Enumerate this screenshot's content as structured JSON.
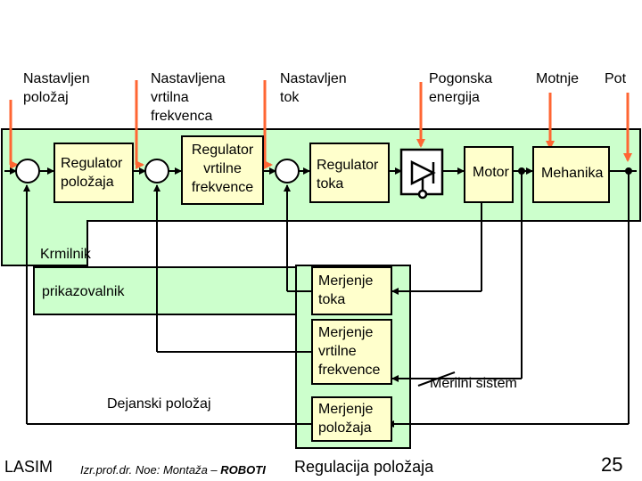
{
  "inputs": {
    "nastavljen_polozaj": "Nastavljen\npoložaj",
    "nastavljena_vrtilna_frekvenca": "Nastavljena\nvrtilna\nfrekvenca",
    "nastavljen_tok": "Nastavljen\ntok",
    "pogonska_energija": "Pogonska\nenergija",
    "motnje": "Motnje",
    "pot": "Pot"
  },
  "blocks": {
    "regulator_polozaja": "Regulator\npoložaja",
    "regulator_vrtilne_frekvence": "Regulator\nvrtilne\nfrekvence",
    "regulator_toka": "Regulator\ntoka",
    "motor": "Motor",
    "mehanika": "Mehanika",
    "merjenje_toka": "Merjenje\ntoka",
    "merjenje_vrtilne_frekvence": "Merjenje\nvrtilne\nfrekvence",
    "merjenje_polozaja": "Merjenje\npoložaja"
  },
  "labels": {
    "krmilnik": "Krmilnik",
    "prikazovalnik": "prikazovalnik",
    "dejanski_polozaj": "Dejanski položaj",
    "merilni_sistem": "Merilni sistem"
  },
  "footer": {
    "org": "LASIM",
    "author": "Izr.prof.dr. Noe: Montaža – ",
    "author_bold": "ROBOTI",
    "subject": "Regulacija položaja",
    "page": "25"
  },
  "colors": {
    "controller_bg": "#ccffcc",
    "block_bg": "#ffffcc",
    "input_arrow": "#ff6633",
    "wire": "#000000"
  }
}
